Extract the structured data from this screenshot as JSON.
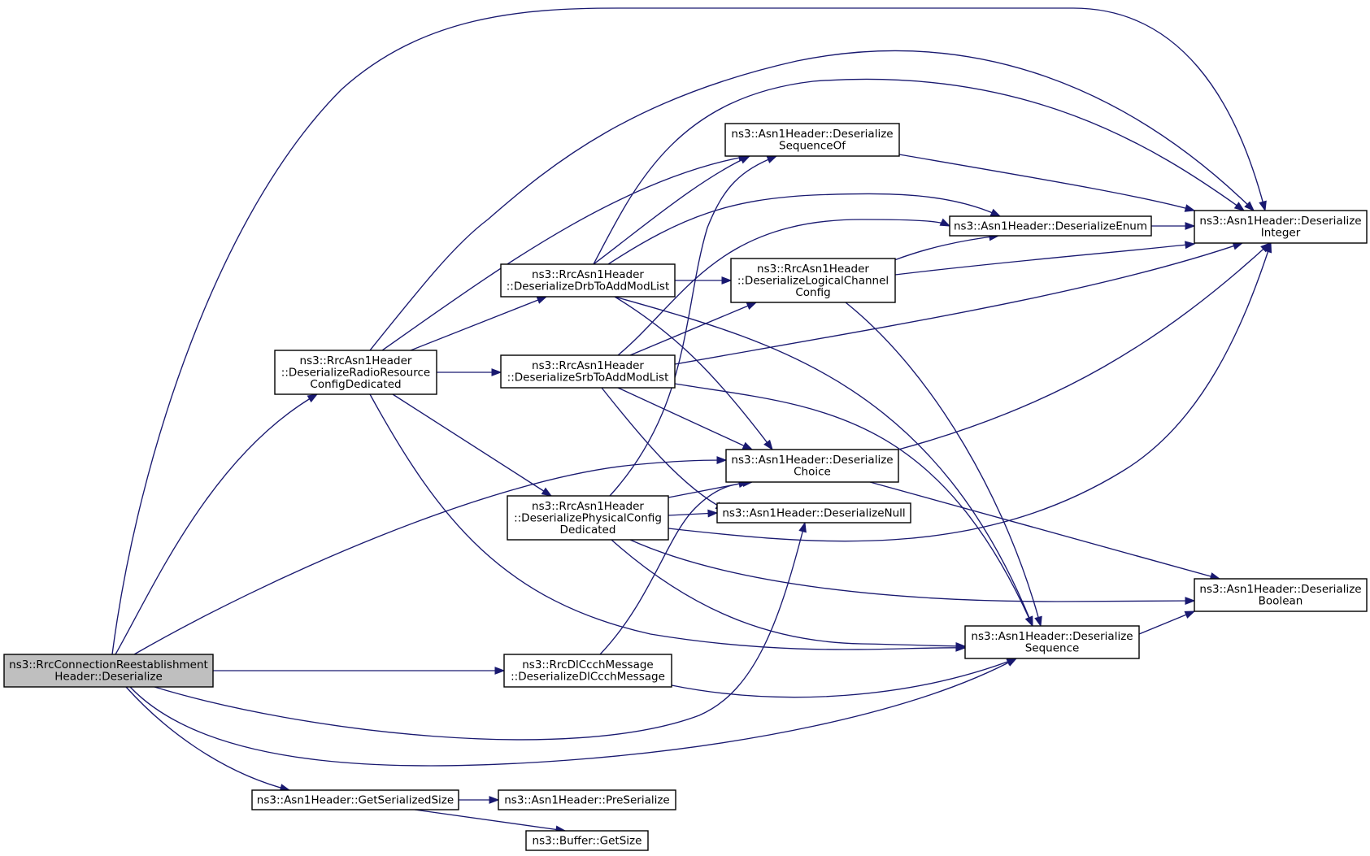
{
  "diagram": {
    "type": "call-graph",
    "colors": {
      "edge": "#191970",
      "root_fill": "#bfbfbf",
      "node_fill": "#ffffff",
      "node_border": "#000000"
    },
    "nodes": [
      {
        "id": "root",
        "lines": [
          "ns3::RrcConnectionReestablishment",
          "Header::Deserialize"
        ],
        "highlighted": true
      },
      {
        "id": "radio",
        "lines": [
          "ns3::RrcAsn1Header",
          "::DeserializeRadioResource",
          "ConfigDedicated"
        ]
      },
      {
        "id": "getsize",
        "lines": [
          "ns3::Asn1Header::GetSerializedSize"
        ]
      },
      {
        "id": "drb",
        "lines": [
          "ns3::RrcAsn1Header",
          "::DeserializeDrbToAddModList"
        ]
      },
      {
        "id": "srb",
        "lines": [
          "ns3::RrcAsn1Header",
          "::DeserializeSrbToAddModList"
        ]
      },
      {
        "id": "phys",
        "lines": [
          "ns3::RrcAsn1Header",
          "::DeserializePhysicalConfig",
          "Dedicated"
        ]
      },
      {
        "id": "dlccch",
        "lines": [
          "ns3::RrcDlCcchMessage",
          "::DeserializeDlCcchMessage"
        ]
      },
      {
        "id": "preser",
        "lines": [
          "ns3::Asn1Header::PreSerialize"
        ]
      },
      {
        "id": "bufsize",
        "lines": [
          "ns3::Buffer::GetSize"
        ]
      },
      {
        "id": "seqof",
        "lines": [
          "ns3::Asn1Header::Deserialize",
          "SequenceOf"
        ]
      },
      {
        "id": "logch",
        "lines": [
          "ns3::RrcAsn1Header",
          "::DeserializeLogicalChannel",
          "Config"
        ]
      },
      {
        "id": "choice",
        "lines": [
          "ns3::Asn1Header::Deserialize",
          "Choice"
        ]
      },
      {
        "id": "null",
        "lines": [
          "ns3::Asn1Header::DeserializeNull"
        ]
      },
      {
        "id": "enum",
        "lines": [
          "ns3::Asn1Header::DeserializeEnum"
        ]
      },
      {
        "id": "seq",
        "lines": [
          "ns3::Asn1Header::Deserialize",
          "Sequence"
        ]
      },
      {
        "id": "integer",
        "lines": [
          "ns3::Asn1Header::Deserialize",
          "Integer"
        ]
      },
      {
        "id": "boolean",
        "lines": [
          "ns3::Asn1Header::Deserialize",
          "Boolean"
        ]
      }
    ],
    "edges": [
      [
        "root",
        "radio"
      ],
      [
        "root",
        "integer"
      ],
      [
        "root",
        "choice"
      ],
      [
        "root",
        "dlccch"
      ],
      [
        "root",
        "null"
      ],
      [
        "root",
        "seq"
      ],
      [
        "root",
        "getsize"
      ],
      [
        "radio",
        "drb"
      ],
      [
        "radio",
        "srb"
      ],
      [
        "radio",
        "phys"
      ],
      [
        "radio",
        "seqof"
      ],
      [
        "radio",
        "integer"
      ],
      [
        "radio",
        "seq"
      ],
      [
        "drb",
        "seqof"
      ],
      [
        "drb",
        "enum"
      ],
      [
        "drb",
        "logch"
      ],
      [
        "drb",
        "integer"
      ],
      [
        "drb",
        "choice"
      ],
      [
        "drb",
        "seq"
      ],
      [
        "srb",
        "logch"
      ],
      [
        "srb",
        "enum"
      ],
      [
        "srb",
        "integer"
      ],
      [
        "srb",
        "choice"
      ],
      [
        "srb",
        "null"
      ],
      [
        "srb",
        "seq"
      ],
      [
        "phys",
        "seqof"
      ],
      [
        "phys",
        "choice"
      ],
      [
        "phys",
        "null"
      ],
      [
        "phys",
        "integer"
      ],
      [
        "phys",
        "boolean"
      ],
      [
        "phys",
        "seq"
      ],
      [
        "dlccch",
        "choice"
      ],
      [
        "dlccch",
        "seq"
      ],
      [
        "getsize",
        "preser"
      ],
      [
        "getsize",
        "bufsize"
      ],
      [
        "seqof",
        "integer"
      ],
      [
        "logch",
        "enum"
      ],
      [
        "logch",
        "integer"
      ],
      [
        "logch",
        "seq"
      ],
      [
        "enum",
        "integer"
      ],
      [
        "choice",
        "integer"
      ],
      [
        "choice",
        "boolean"
      ],
      [
        "seq",
        "boolean"
      ]
    ]
  }
}
